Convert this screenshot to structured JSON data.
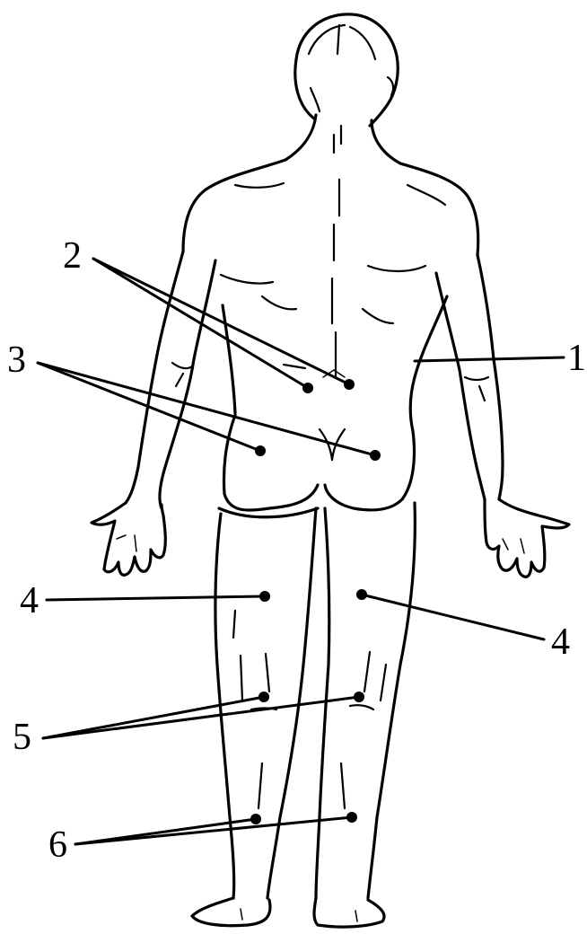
{
  "labels": {
    "l1": "1",
    "l2": "2",
    "l3": "3",
    "l4_left": "4",
    "l4_right": "4",
    "l5": "5",
    "l6": "6"
  }
}
